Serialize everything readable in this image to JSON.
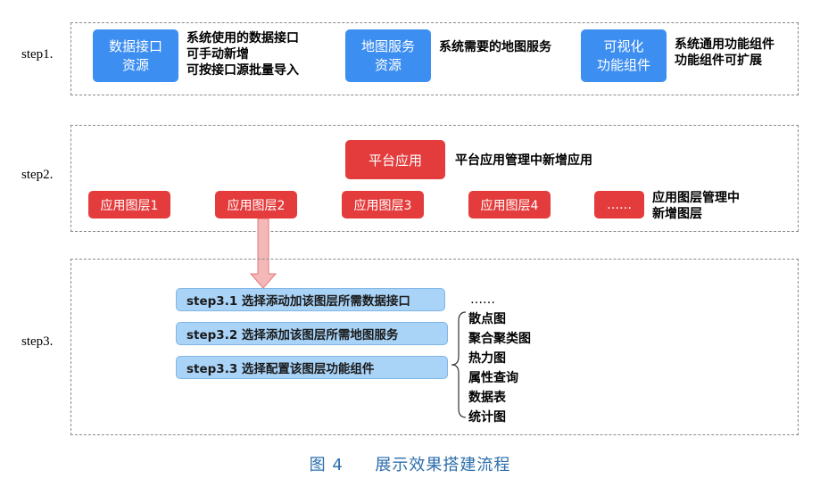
{
  "steps": {
    "step1": "step1.",
    "step2": "step2.",
    "step3": "step3."
  },
  "step1": {
    "boxes": [
      {
        "line1": "数据接口",
        "line2": "资源"
      },
      {
        "line1": "地图服务",
        "line2": "资源"
      },
      {
        "line1": "可视化",
        "line2": "功能组件"
      }
    ],
    "descs": [
      {
        "line1": "系统使用的数据接口",
        "line2": "可手动新增",
        "line3": "可按接口源批量导入"
      },
      {
        "line1": "系统需要的地图服务"
      },
      {
        "line1": "系统通用功能组件",
        "line2": "功能组件可扩展"
      }
    ]
  },
  "step2": {
    "platform_box": "平台应用",
    "platform_desc": "平台应用管理中新增应用",
    "layers": [
      "应用图层1",
      "应用图层2",
      "应用图层3",
      "应用图层4",
      "……"
    ],
    "layer_desc_line1": "应用图层管理中",
    "layer_desc_line2": "新增图层"
  },
  "step3": {
    "items": [
      "step3.1 选择添动加该图层所需数据接口",
      "step3.2 选择添加该图层所需地图服务",
      "step3.3 选择配置该图层功能组件"
    ],
    "ellipsis": "……",
    "components": [
      "散点图",
      "聚合聚类图",
      "热力图",
      "属性查询",
      "数据表",
      "统计图"
    ]
  },
  "caption": {
    "figure_label": "图 4",
    "title": "展示效果搭建流程"
  },
  "colors": {
    "blue_box": "#3d8ef1",
    "red_box": "#e43c3c",
    "pill_fill": "#a9d3f7",
    "arrow_fill": "#f5b8b8",
    "caption": "#2c6eab"
  }
}
